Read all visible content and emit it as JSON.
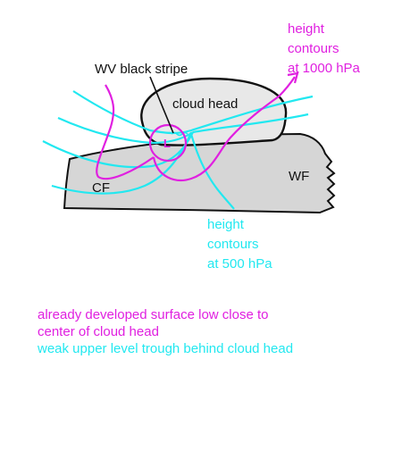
{
  "labels": {
    "wv_stripe": "WV black stripe",
    "cloud_head": "cloud head",
    "cold_front": "CF",
    "warm_front": "WF",
    "low": "L",
    "contours_1000": [
      "height",
      "contours",
      "at 1000 hPa"
    ],
    "contours_500": [
      "height",
      "contours",
      "at 500 hPa"
    ]
  },
  "captions": {
    "magenta_line1": "already developed surface low close to",
    "magenta_line2": "center of cloud head",
    "cyan_line1": "weak upper level trough behind cloud head"
  },
  "colors": {
    "magenta": "#e020e0",
    "cyan": "#22e8f0",
    "cloud_fill": "#e8e8e8",
    "band_fill": "#d6d6d6",
    "outline": "#111111"
  }
}
